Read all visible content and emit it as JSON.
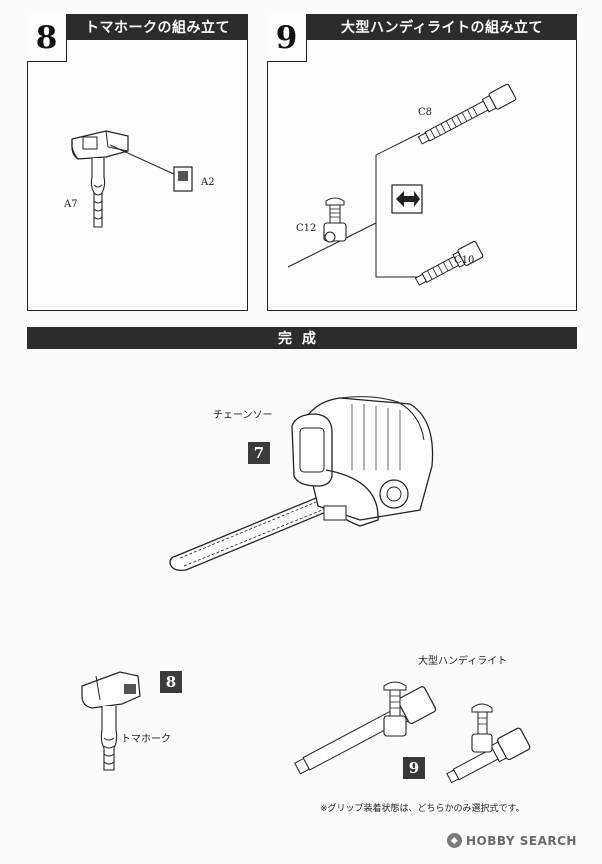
{
  "step8": {
    "number": "8",
    "title": "トマホークの組み立て",
    "parts": {
      "handle": "A7",
      "cap": "A2"
    }
  },
  "step9": {
    "number": "9",
    "title": "大型ハンディライトの組み立て",
    "parts": {
      "top": "C8",
      "grip": "C12",
      "bottom": "C10"
    },
    "swap_icon": "double-arrow-icon"
  },
  "completion": {
    "title": "完成",
    "chainsaw": {
      "label": "チェーンソー",
      "step": "7"
    },
    "tomahawk": {
      "label": "トマホーク",
      "step": "8"
    },
    "handylight": {
      "label": "大型ハンディライト",
      "step": "9"
    },
    "note": "※グリップ装着状態は、どちらかのみ選択式です。"
  },
  "watermark": {
    "text": "HOBBY SEARCH",
    "icon": "hobby-search-logo-icon"
  },
  "colors": {
    "title_bar": "#2c2c2c",
    "badge": "#3a3a3a",
    "line": "#222222"
  }
}
